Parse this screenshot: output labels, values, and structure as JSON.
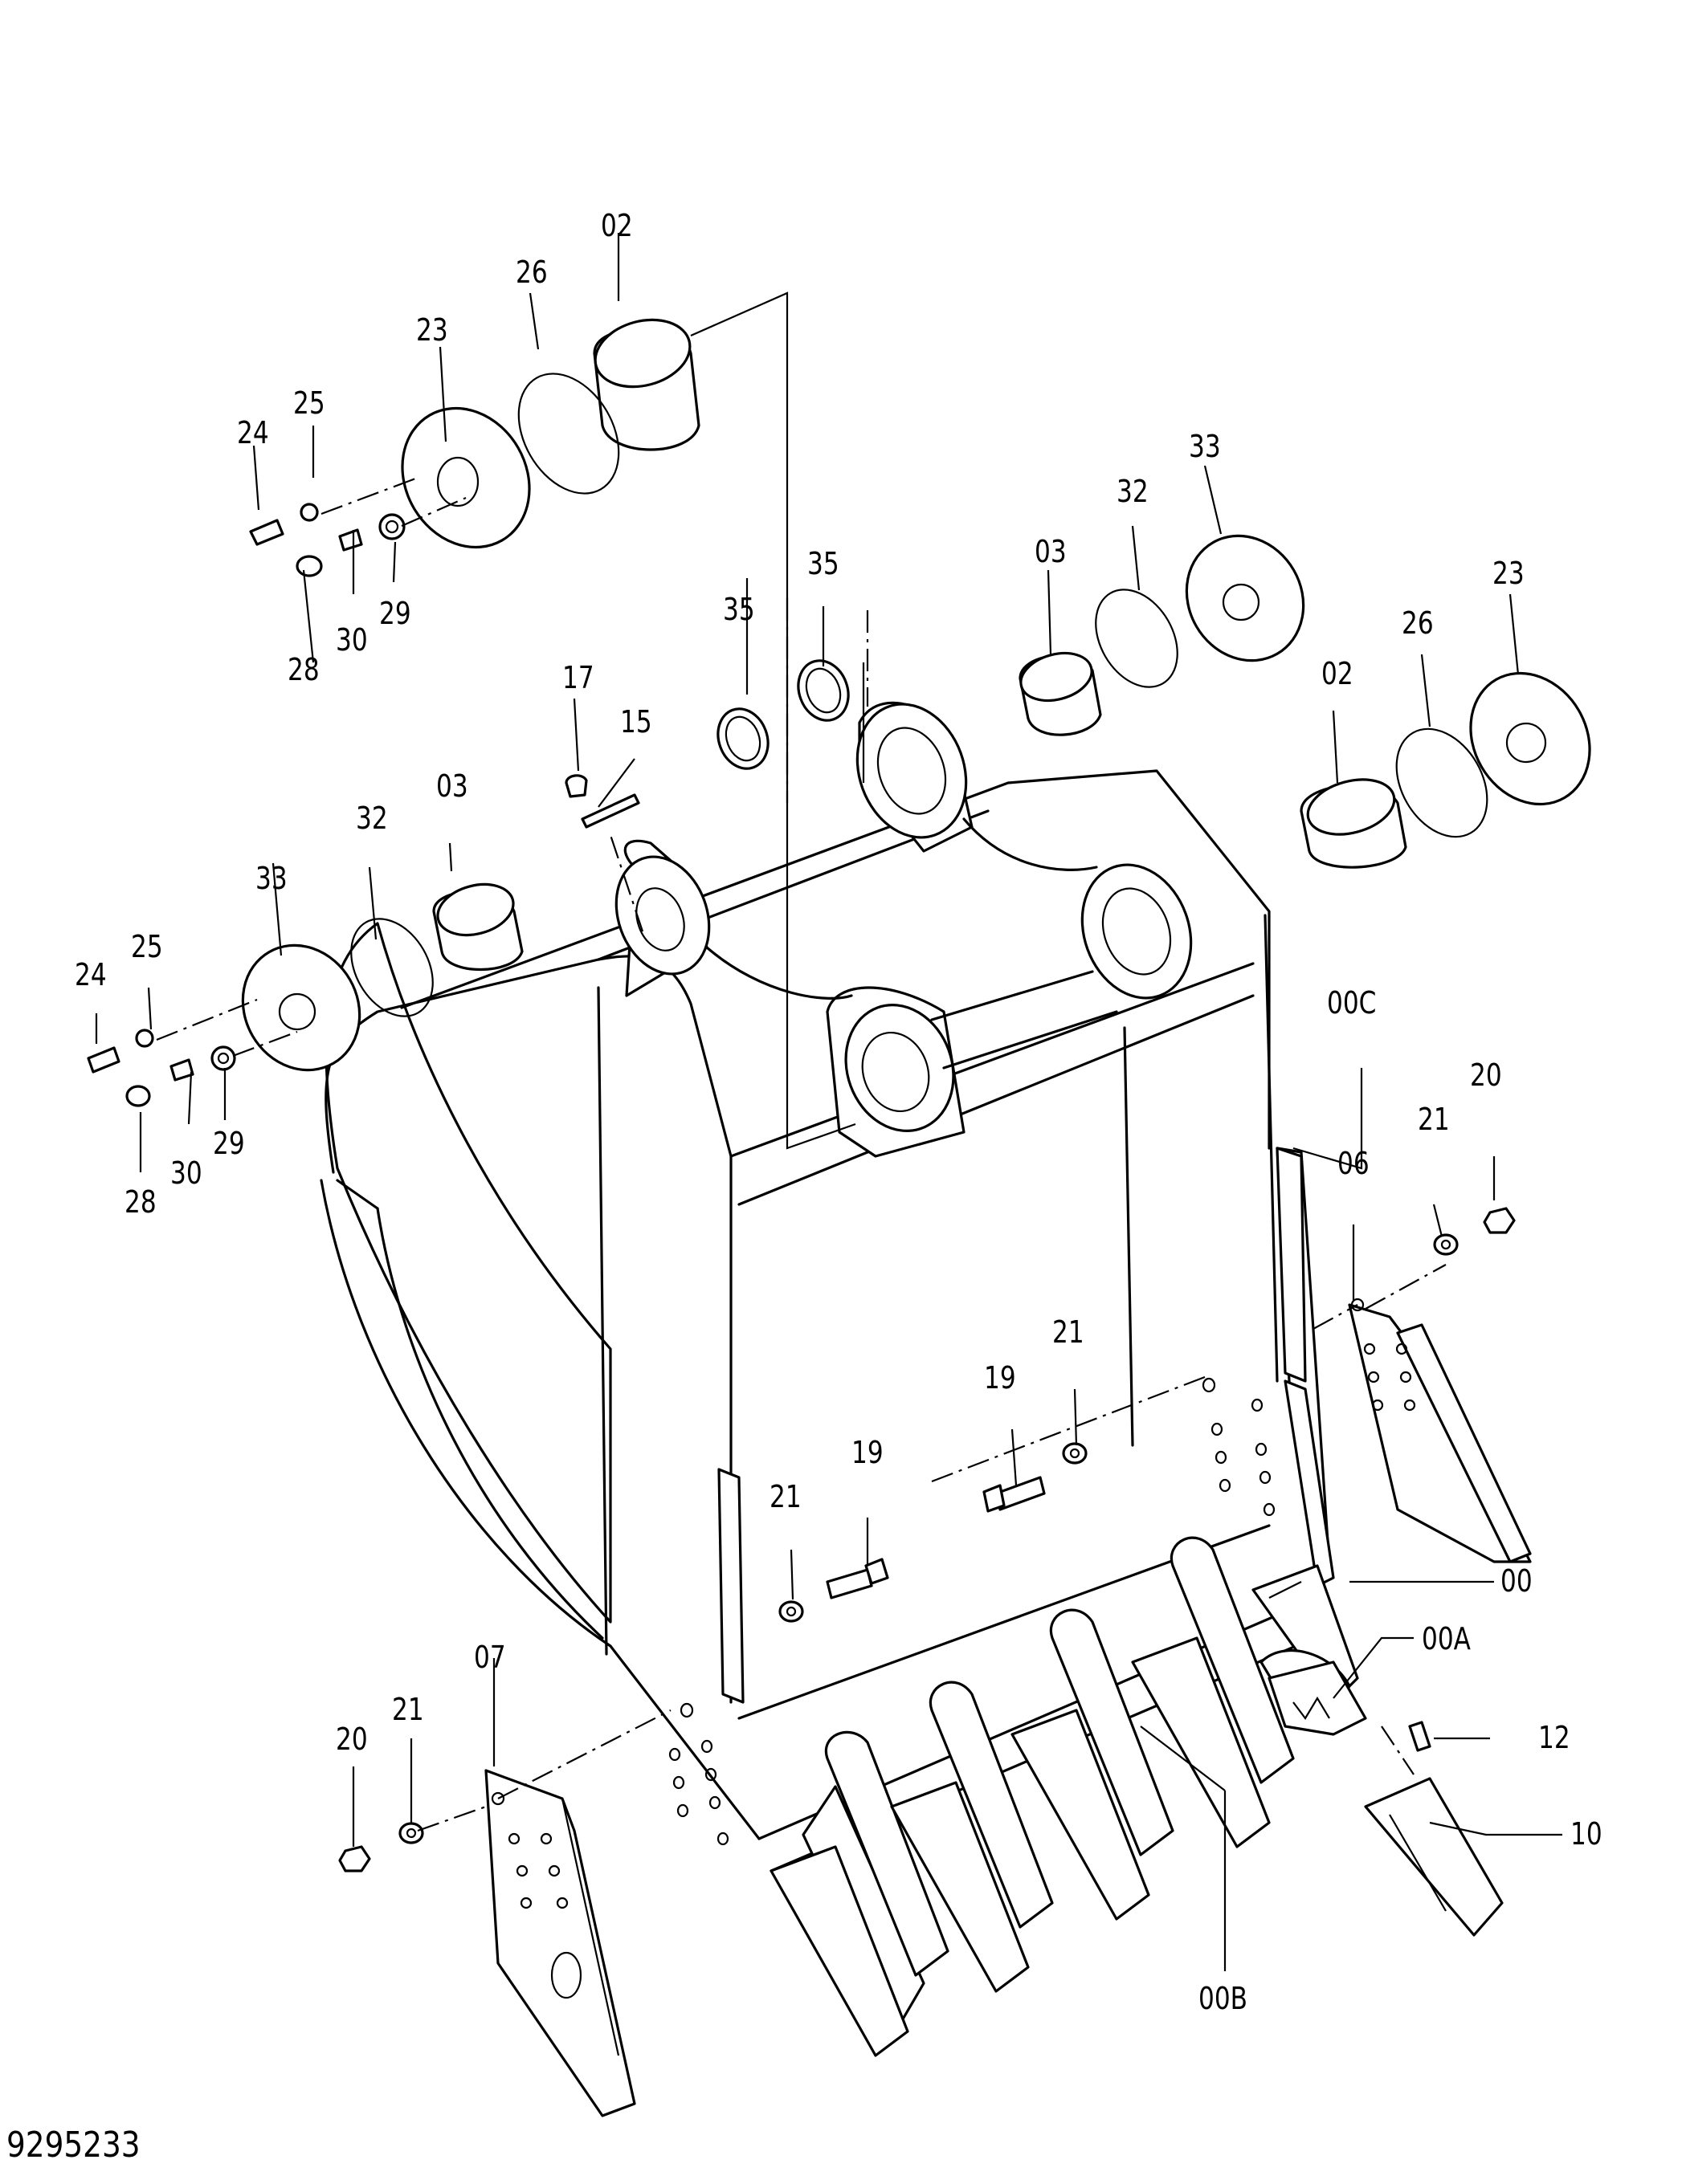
{
  "drawing_number": "9295233",
  "callouts": {
    "c02a": "02",
    "c26a": "26",
    "c23a": "23",
    "c25a": "25",
    "c24a": "24",
    "c30a": "30",
    "c29a": "29",
    "c28a": "28",
    "c35a": "35",
    "c35b": "35",
    "c03a": "03",
    "c32a": "32",
    "c33a": "33",
    "c23b": "23",
    "c26b": "26",
    "c02b": "02",
    "c17": "17",
    "c15": "15",
    "c03b": "03",
    "c32b": "32",
    "c33b": "33",
    "c25b": "25",
    "c24b": "24",
    "c30b": "30",
    "c29b": "29",
    "c28b": "28",
    "c00C": "00C",
    "c20a": "20",
    "c21a": "21",
    "c06": "06",
    "c21b": "21",
    "c19a": "19",
    "c19b": "19",
    "c21c": "21",
    "c00": "00",
    "c00A": "00A",
    "c12": "12",
    "c10": "10",
    "c00B": "00B",
    "c07": "07",
    "c21d": "21",
    "c20b": "20"
  }
}
